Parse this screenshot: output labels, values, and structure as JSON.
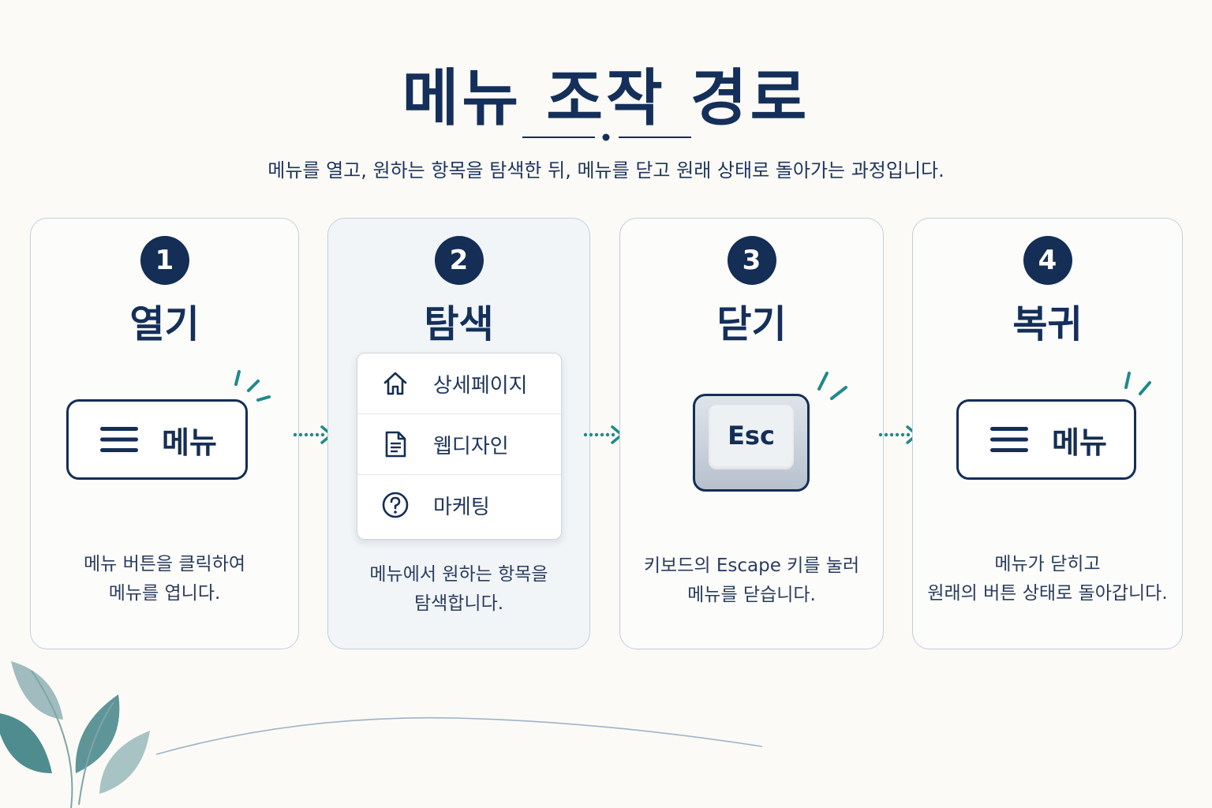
{
  "title": "메뉴 조작 경로",
  "subtitle": "메뉴를 열고, 원하는 항목을 탐색한 뒤, 메뉴를 닫고 원래 상태로 돌아가는 과정입니다.",
  "steps": [
    {
      "number": "1",
      "title": "열기",
      "button_label": "메뉴",
      "desc_line1": "메뉴 버튼을 클릭하여",
      "desc_line2": "메뉴를 엽니다."
    },
    {
      "number": "2",
      "title": "탐색",
      "menu_items": [
        {
          "label": "상세페이지",
          "icon": "home-icon"
        },
        {
          "label": "웹디자인",
          "icon": "document-icon"
        },
        {
          "label": "마케팅",
          "icon": "help-circle-icon"
        }
      ],
      "desc_line1": "메뉴에서 원하는 항목을",
      "desc_line2": "탐색합니다."
    },
    {
      "number": "3",
      "title": "닫기",
      "key_label": "Esc",
      "desc_line1": "키보드의 Escape 키를 눌러",
      "desc_line2": "메뉴를 닫습니다."
    },
    {
      "number": "4",
      "title": "복귀",
      "button_label": "메뉴",
      "desc_line1": "메뉴가 닫히고",
      "desc_line2": "원래의 버튼 상태로 돌아갑니다."
    }
  ],
  "colors": {
    "navy": "#142e55",
    "teal_arrow": "#1f8a8a",
    "background": "#fbfaf6",
    "card_border": "#c3cede",
    "leaf_teal": "#4f8c8f"
  }
}
